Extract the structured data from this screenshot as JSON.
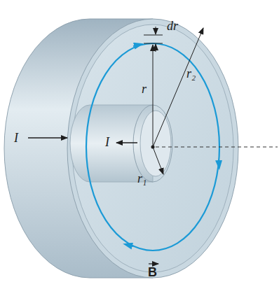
{
  "diagram": {
    "labels": [
      "dr",
      "r",
      "r₂",
      "I",
      "r₁",
      "I",
      "B"
    ]
  }
}
